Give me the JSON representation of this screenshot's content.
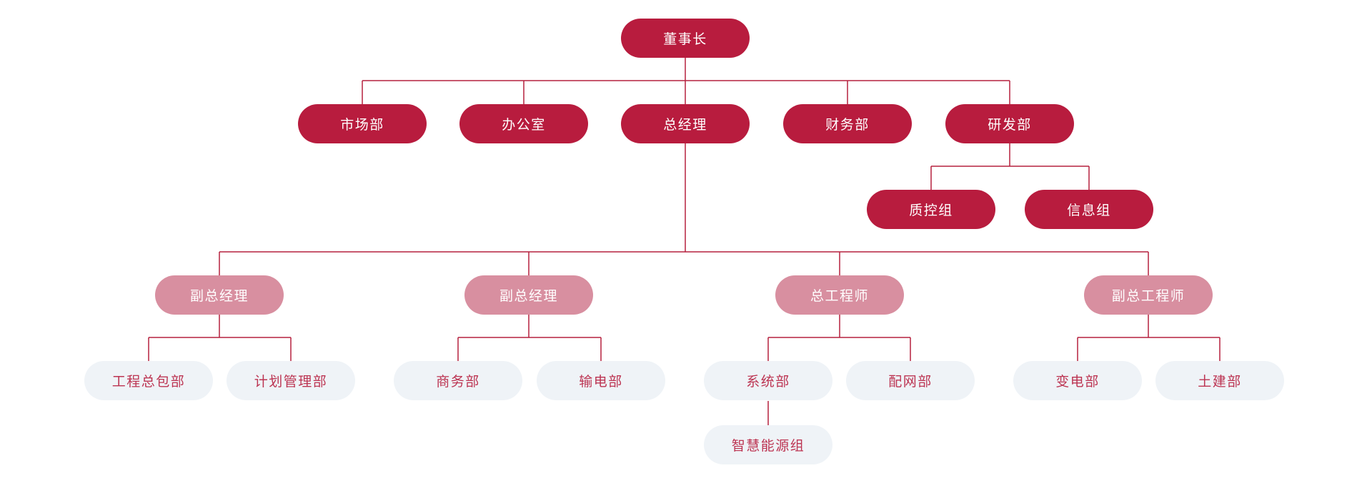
{
  "palette": {
    "dark": "#b81c3e",
    "pink": "#d88fa0",
    "light": "#eff3f7",
    "light_text": "#bc3452",
    "line": "#b5203f",
    "white_text": "#ffffff",
    "background": "#ffffff"
  },
  "org_chart": {
    "type": "org-tree",
    "nodes": [
      {
        "id": "chairman",
        "label": "董事长",
        "level": 1,
        "style": "dark",
        "parent": null
      },
      {
        "id": "marketing-dept",
        "label": "市场部",
        "level": 2,
        "style": "dark",
        "parent": "chairman"
      },
      {
        "id": "office",
        "label": "办公室",
        "level": 2,
        "style": "dark",
        "parent": "chairman"
      },
      {
        "id": "general-manager",
        "label": "总经理",
        "level": 2,
        "style": "dark",
        "parent": "chairman"
      },
      {
        "id": "finance-dept",
        "label": "财务部",
        "level": 2,
        "style": "dark",
        "parent": "chairman"
      },
      {
        "id": "rnd-dept",
        "label": "研发部",
        "level": 2,
        "style": "dark",
        "parent": "chairman"
      },
      {
        "id": "quality-control-group",
        "label": "质控组",
        "level": 3,
        "style": "dark",
        "parent": "rnd-dept"
      },
      {
        "id": "information-group",
        "label": "信息组",
        "level": 3,
        "style": "dark",
        "parent": "rnd-dept"
      },
      {
        "id": "deputy-gm-1",
        "label": "副总经理",
        "level": 3,
        "style": "pink",
        "parent": "general-manager"
      },
      {
        "id": "deputy-gm-2",
        "label": "副总经理",
        "level": 3,
        "style": "pink",
        "parent": "general-manager"
      },
      {
        "id": "chief-engineer",
        "label": "总工程师",
        "level": 3,
        "style": "pink",
        "parent": "general-manager"
      },
      {
        "id": "deputy-chief-engineer",
        "label": "副总工程师",
        "level": 3,
        "style": "pink",
        "parent": "general-manager"
      },
      {
        "id": "epc-dept",
        "label": "工程总包部",
        "level": 4,
        "style": "light",
        "parent": "deputy-gm-1"
      },
      {
        "id": "planning-dept",
        "label": "计划管理部",
        "level": 4,
        "style": "light",
        "parent": "deputy-gm-1"
      },
      {
        "id": "commerce-dept",
        "label": "商务部",
        "level": 4,
        "style": "light",
        "parent": "deputy-gm-2"
      },
      {
        "id": "transmission-dept",
        "label": "输电部",
        "level": 4,
        "style": "light",
        "parent": "deputy-gm-2"
      },
      {
        "id": "system-dept",
        "label": "系统部",
        "level": 4,
        "style": "light",
        "parent": "chief-engineer"
      },
      {
        "id": "distribution-dept",
        "label": "配网部",
        "level": 4,
        "style": "light",
        "parent": "chief-engineer"
      },
      {
        "id": "substation-dept",
        "label": "变电部",
        "level": 4,
        "style": "light",
        "parent": "deputy-chief-engineer"
      },
      {
        "id": "civil-dept",
        "label": "土建部",
        "level": 4,
        "style": "light",
        "parent": "deputy-chief-engineer"
      },
      {
        "id": "smart-energy-group",
        "label": "智慧能源组",
        "level": 5,
        "style": "light",
        "parent": "system-dept"
      }
    ]
  }
}
